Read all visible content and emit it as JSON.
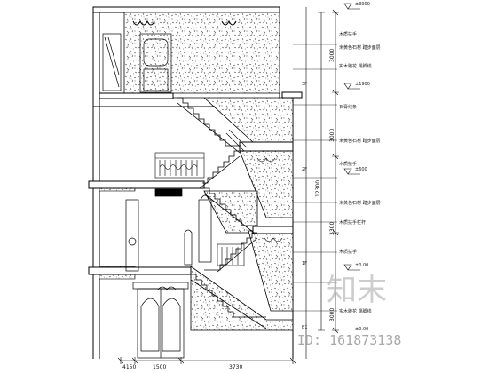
{
  "drawing": {
    "level_labels": [
      "±3900",
      "±1900",
      "±600",
      "±0.00",
      "±0.00"
    ],
    "right_heights": [
      "3000",
      "3000",
      "3300",
      "3000"
    ],
    "total_height": "12300",
    "floor_marks": [
      "3F",
      "2F",
      "1F",
      "B1"
    ],
    "bottom_dims": [
      "4150",
      "1500",
      "3730"
    ],
    "leader_notes": [
      "木质扶手",
      "米黄色石材 踏步面层",
      "实木雕花 踢脚线",
      "石膏线条",
      "米黄色石材 踏步面层",
      "木质扶手",
      "米黄色石材 踏步面层",
      "木质扶手栏杆",
      "木质扶手",
      "实木雕花 踢脚线"
    ]
  },
  "watermark": {
    "brand": "知末",
    "id_text": "ID: 161873138"
  }
}
